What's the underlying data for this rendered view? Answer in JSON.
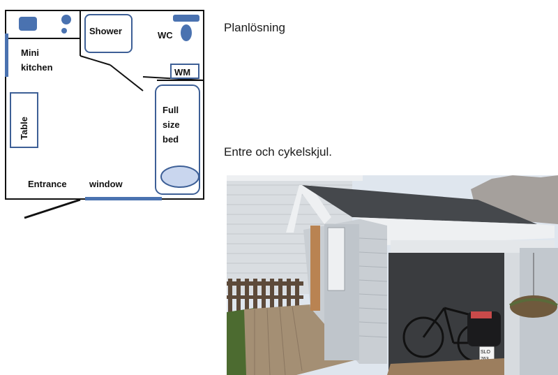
{
  "floorplan": {
    "labels": {
      "shower": "Shower",
      "wc": "WC",
      "mini_kitchen_1": "Mini",
      "mini_kitchen_2": "kitchen",
      "wm": "WM",
      "bed_1": "Full",
      "bed_2": "size",
      "bed_3": "bed",
      "table": "Table",
      "entrance": "Entrance",
      "window": "window"
    },
    "colors": {
      "wall": "#111111",
      "fixture": "#4a72b0",
      "fixture_fill": "#c9d6ee",
      "fixture_outline": "#3d5f96"
    }
  },
  "captions": {
    "floorplan": "Planlösning",
    "photo": "Entre och cykelskjul."
  },
  "photo": {
    "plate_1": "SLO",
    "plate_2": "763",
    "colors": {
      "sky": "#dfe6ee",
      "wall_paint": "#c9ced3",
      "roof": "#45484c",
      "trim": "#eef0f2",
      "deck": "#a48f74",
      "door": "#b98352",
      "fence": "#5d4a3a",
      "grass": "#4c6b30"
    }
  }
}
